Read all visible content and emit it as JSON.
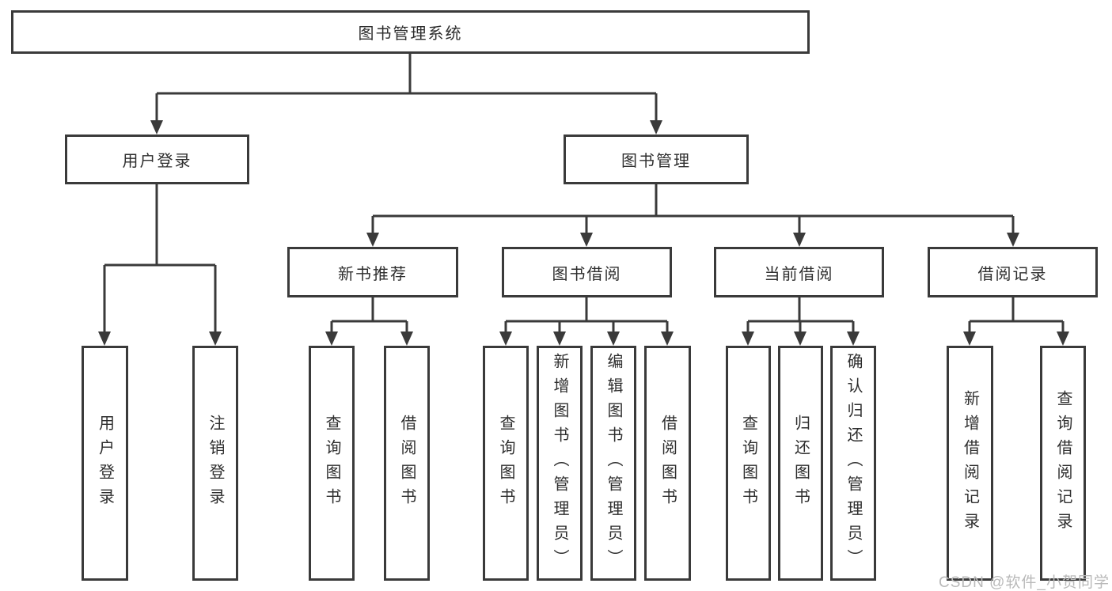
{
  "diagram": {
    "type": "hierarchy-tree",
    "watermark": "CSDN @软件_小贺同学",
    "colors": {
      "line": "#3a3a3a",
      "box_border": "#3a3a3a",
      "text": "#2e2e2e",
      "watermark": "#b9b9b9",
      "background": "#ffffff"
    },
    "tree": {
      "label": "图书管理系统",
      "children": [
        {
          "label": "用户登录",
          "children": [
            {
              "label": "用户登录"
            },
            {
              "label": "注销登录"
            }
          ]
        },
        {
          "label": "图书管理",
          "children": [
            {
              "label": "新书推荐",
              "children": [
                {
                  "label": "查询图书"
                },
                {
                  "label": "借阅图书"
                }
              ]
            },
            {
              "label": "图书借阅",
              "children": [
                {
                  "label": "查询图书"
                },
                {
                  "label": "新增图书（管理员）"
                },
                {
                  "label": "编辑图书（管理员）"
                },
                {
                  "label": "借阅图书"
                }
              ]
            },
            {
              "label": "当前借阅",
              "children": [
                {
                  "label": "查询图书"
                },
                {
                  "label": "归还图书"
                },
                {
                  "label": "确认归还（管理员）"
                }
              ]
            },
            {
              "label": "借阅记录",
              "children": [
                {
                  "label": "新增借阅记录"
                },
                {
                  "label": "查询借阅记录"
                }
              ]
            }
          ]
        }
      ]
    }
  }
}
